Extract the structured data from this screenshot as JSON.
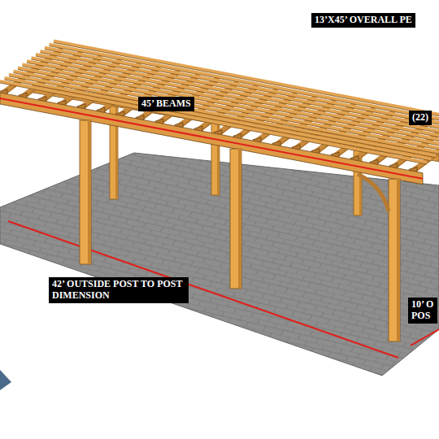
{
  "diagram": {
    "labels": [
      "13’X45’ OVERALL PE",
      "45’ BEAMS",
      "(22)",
      "42’ OUTSIDE POST TO POST DIMENSION",
      "10’ O POS"
    ]
  }
}
